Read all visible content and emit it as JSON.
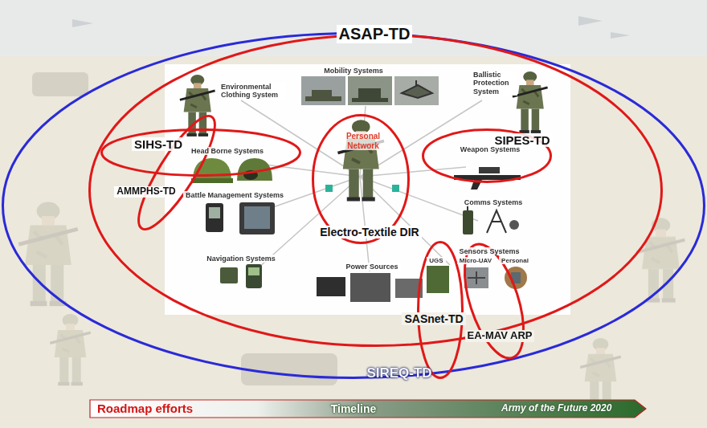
{
  "diagram": {
    "nodes": [
      {
        "text": [
          "SIREQ-TD"
        ]
      },
      {
        "text": [
          "ASAP-TD"
        ],
        "in": 0
      },
      {
        "text": [
          "SIHS-TD"
        ],
        "in": 1
      },
      {
        "text": [
          "AMMPHS-TD"
        ],
        "in": 1
      },
      {
        "text": [
          "Personal Network",
          "Electro-Textile DIR"
        ],
        "in": 1
      },
      {
        "text": [
          "SIPES-TD"
        ],
        "in": 1
      },
      {
        "text": [
          "SASnet-TD"
        ],
        "in": 1
      },
      {
        "text": [
          "EA-MAV ARP"
        ],
        "in": 0
      }
    ],
    "labels": [
      "Environmental Clothing System",
      "Mobility Systems",
      "Ballistic Protection System",
      "Head Borne Systems",
      "Weapon Systems",
      "Battle Management Systems",
      "Comms Systems",
      "Navigation Systems",
      "Power Sources",
      "Sensors Systems",
      "UGS",
      "Micro-UAV",
      "Personal",
      "Roadmap efforts",
      "Timeline",
      "Army of the Future 2020"
    ]
  }
}
